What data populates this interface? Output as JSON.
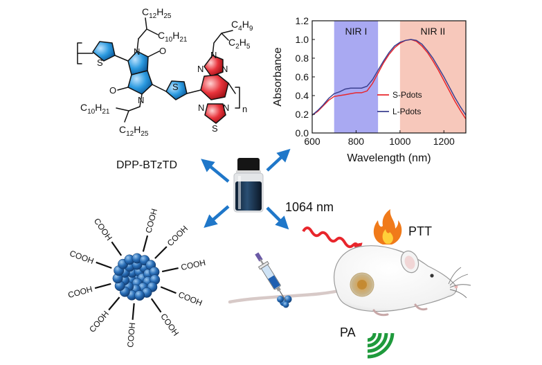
{
  "molecule": {
    "name": "DPP-BTzTD",
    "chains": {
      "c12h25_top": {
        "base": "C",
        "sub": "12",
        "rest": "H",
        "sub2": "25"
      },
      "c10h21_top": {
        "base": "C",
        "sub": "10",
        "rest": "H",
        "sub2": "21"
      },
      "c4h9": {
        "base": "C",
        "sub": "4",
        "rest": "H",
        "sub2": "9"
      },
      "c2h5": {
        "base": "C",
        "sub": "2",
        "rest": "H",
        "sub2": "5"
      },
      "c10h21_bottom": {
        "base": "C",
        "sub": "10",
        "rest": "H",
        "sub2": "21"
      },
      "c12h25_bottom": {
        "base": "C",
        "sub": "12",
        "rest": "H",
        "sub2": "25"
      }
    },
    "atoms": {
      "S": "S",
      "N": "N",
      "O": "O"
    },
    "repeat_subscript": "n",
    "colors": {
      "thiophene": "#2d9be0",
      "dpp": "#1f8fd8",
      "acceptor": "#e8343c"
    }
  },
  "chart_data": {
    "type": "line",
    "xlabel": "Wavelength (nm)",
    "ylabel": "Absorbance",
    "xlim": [
      600,
      1300
    ],
    "ylim": [
      0.0,
      1.2
    ],
    "xticks": [
      600,
      800,
      1000,
      1200
    ],
    "yticks": [
      0.0,
      0.2,
      0.4,
      0.6,
      0.8,
      1.0,
      1.2
    ],
    "grid": false,
    "legend_position": "middle-right",
    "regions": [
      {
        "label": "NIR I",
        "x": [
          700,
          900
        ],
        "color": "#a9a9f2"
      },
      {
        "label": "NIR II",
        "x": [
          1000,
          1300
        ],
        "color": "#f7c8bb"
      }
    ],
    "series": [
      {
        "name": "S-Pdots",
        "color": "#e8262c",
        "x": [
          600,
          625,
          650,
          675,
          700,
          725,
          750,
          775,
          800,
          825,
          850,
          875,
          900,
          925,
          950,
          975,
          1000,
          1025,
          1050,
          1075,
          1100,
          1125,
          1150,
          1175,
          1200,
          1225,
          1250,
          1275,
          1300
        ],
        "y": [
          0.19,
          0.23,
          0.29,
          0.35,
          0.39,
          0.4,
          0.41,
          0.42,
          0.43,
          0.43,
          0.45,
          0.53,
          0.64,
          0.75,
          0.84,
          0.91,
          0.96,
          0.99,
          1.0,
          0.98,
          0.93,
          0.86,
          0.77,
          0.67,
          0.56,
          0.45,
          0.34,
          0.24,
          0.15
        ]
      },
      {
        "name": "L-Pdots",
        "color": "#3b3f8f",
        "x": [
          600,
          625,
          650,
          675,
          700,
          725,
          750,
          775,
          800,
          825,
          850,
          875,
          900,
          925,
          950,
          975,
          1000,
          1025,
          1050,
          1075,
          1100,
          1125,
          1150,
          1175,
          1200,
          1225,
          1250,
          1275,
          1300
        ],
        "y": [
          0.19,
          0.24,
          0.3,
          0.37,
          0.42,
          0.44,
          0.47,
          0.48,
          0.48,
          0.48,
          0.5,
          0.57,
          0.67,
          0.77,
          0.86,
          0.93,
          0.97,
          0.99,
          1.0,
          0.99,
          0.95,
          0.88,
          0.8,
          0.7,
          0.6,
          0.49,
          0.38,
          0.28,
          0.19
        ]
      }
    ]
  },
  "particle": {
    "ligand": "COOH",
    "color": "#2a6fb8"
  },
  "laser": {
    "label": "1064 nm",
    "color": "#e8262c"
  },
  "therapy": {
    "label": "PTT",
    "flame_color": "#f07a1a"
  },
  "imaging": {
    "label": "PA",
    "wave_color": "#1f9a3c"
  },
  "arrows": {
    "color": "#1f77c9"
  },
  "vial": {
    "solution_color": "#1d3550"
  }
}
